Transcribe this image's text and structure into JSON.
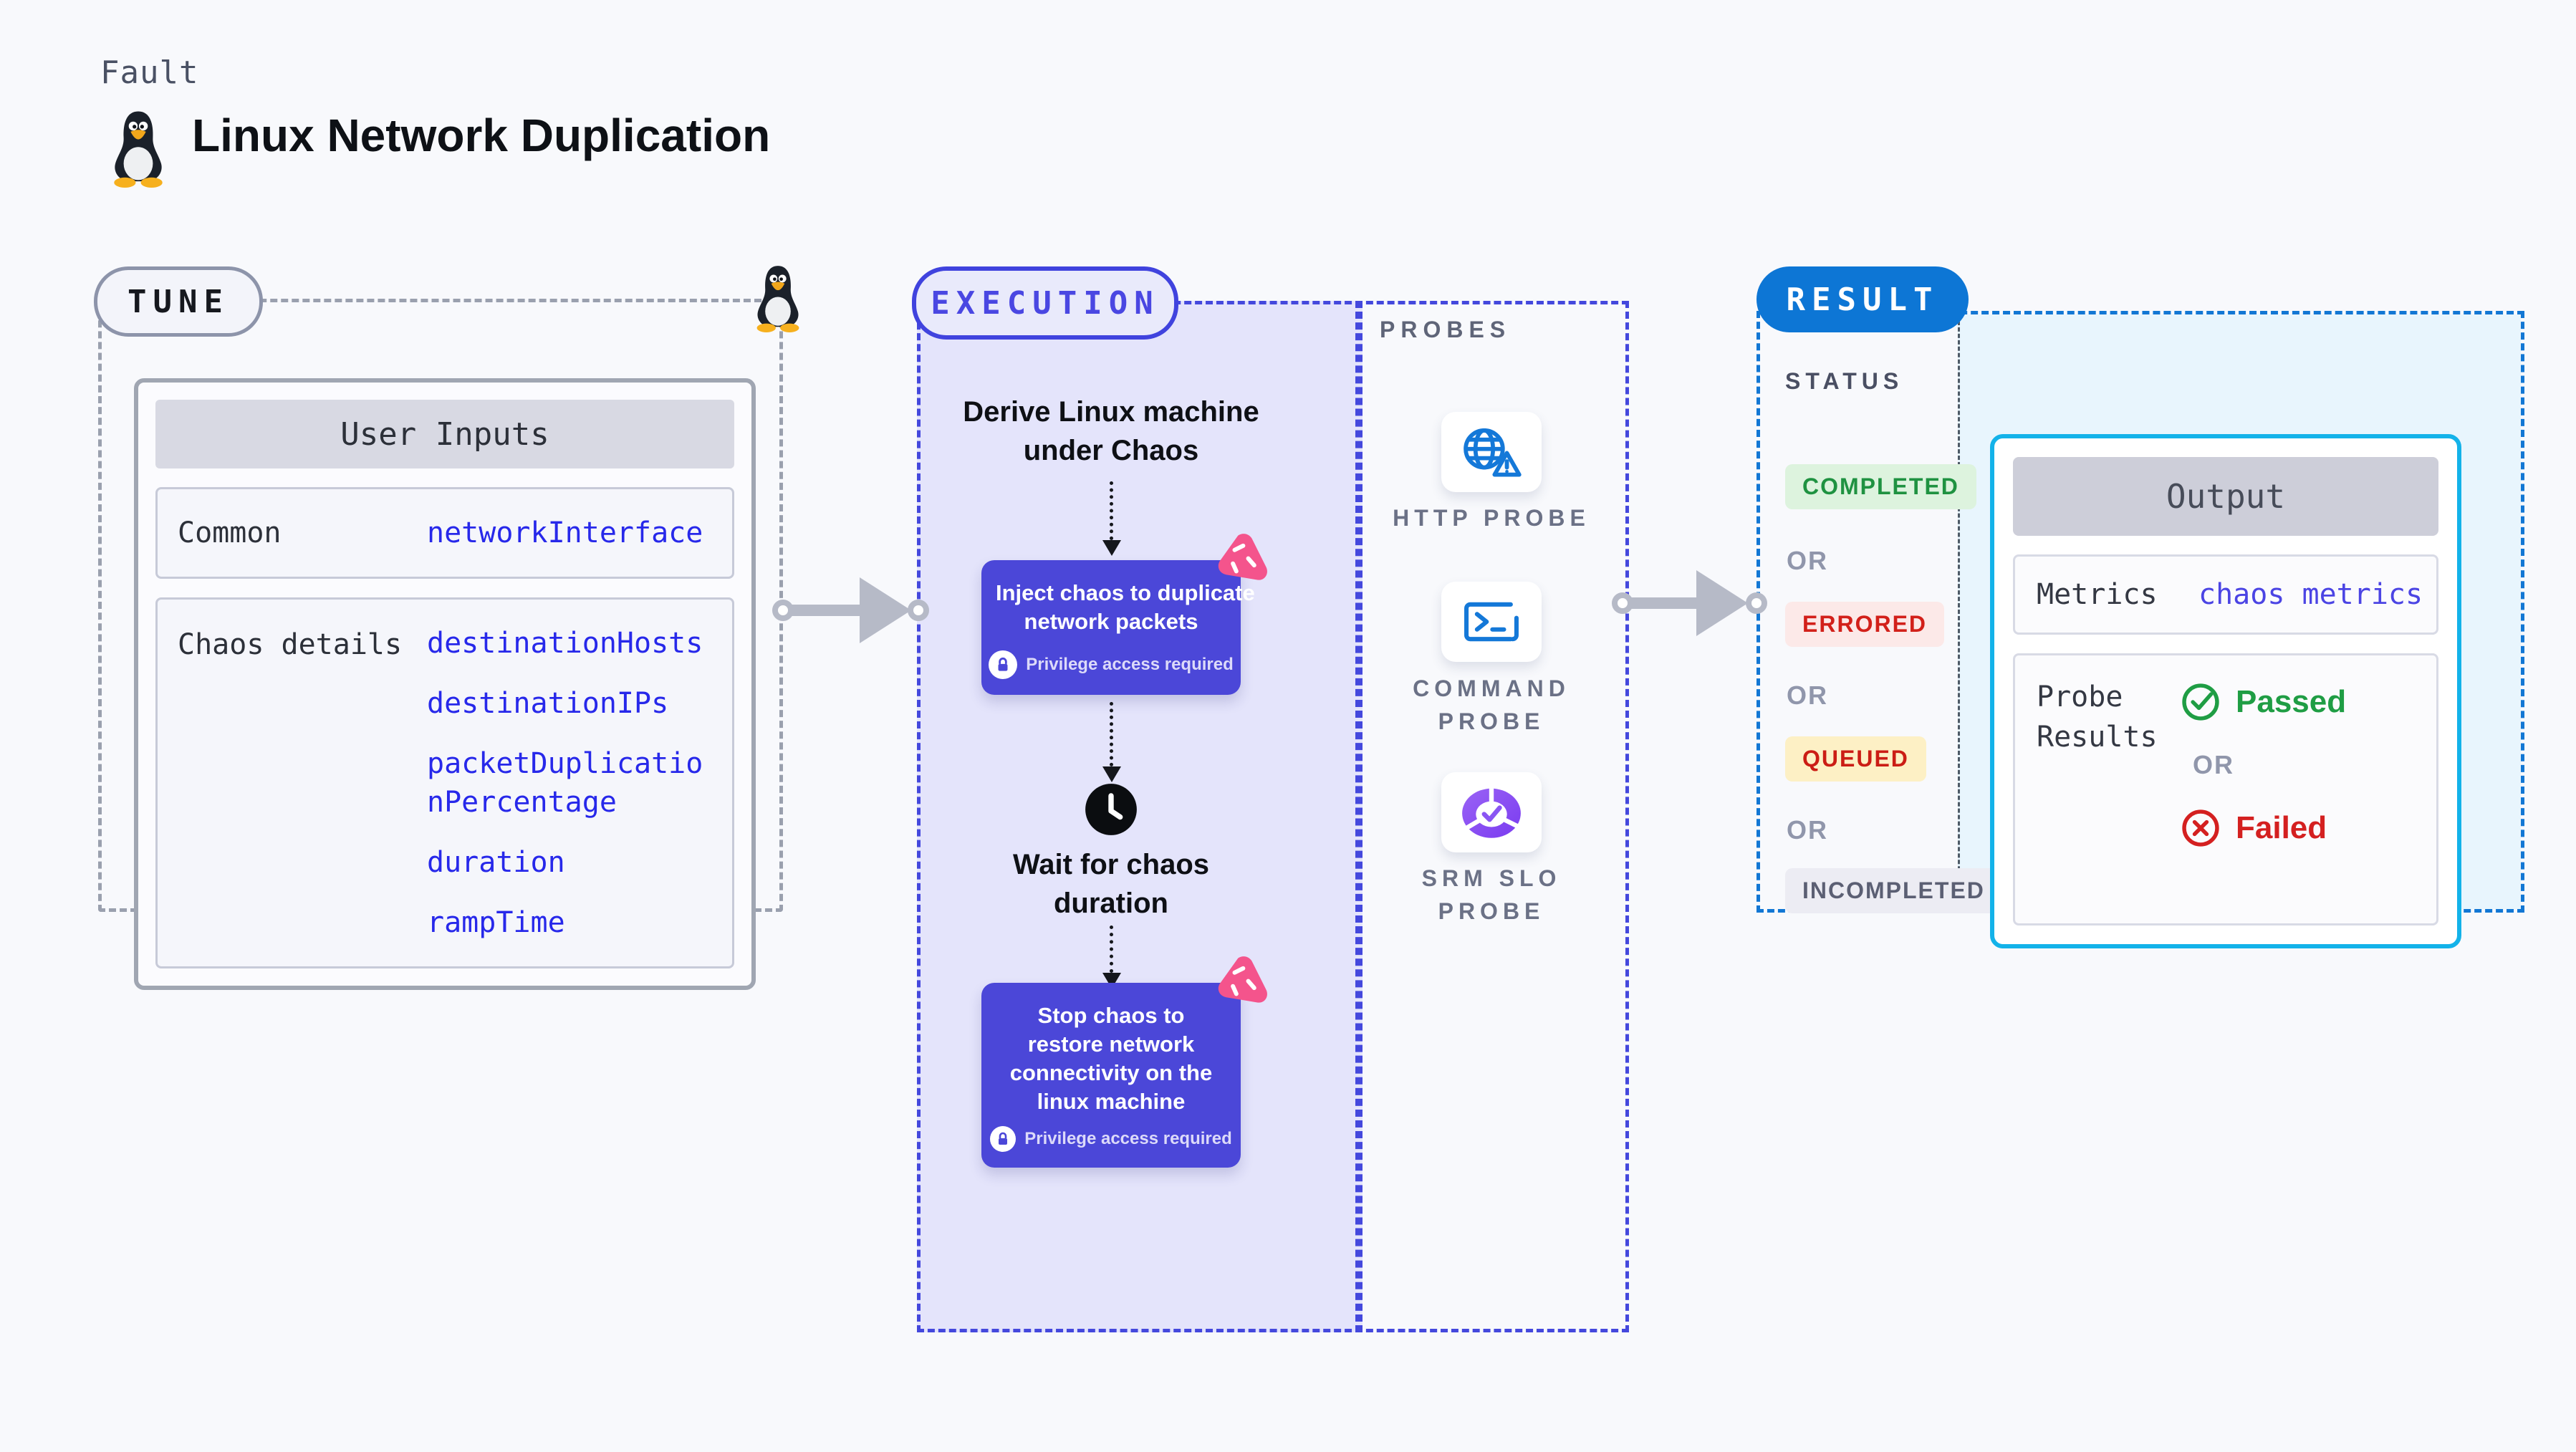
{
  "header": {
    "kicker": "Fault",
    "title": "Linux Network Duplication"
  },
  "tune": {
    "badge": "TUNE",
    "table": {
      "title": "User Inputs",
      "row1_label": "Common",
      "row1_value": "networkInterface",
      "row2_label": "Chaos details",
      "row2_values": [
        "destinationHosts",
        "destinationIPs",
        "packetDuplicationPercentage",
        "duration",
        "rampTime"
      ]
    }
  },
  "execution": {
    "badge": "EXECUTION",
    "derive_lines": [
      "Derive Linux machine",
      "under Chaos"
    ],
    "inject_lines": [
      "Inject chaos to duplicate",
      "network packets"
    ],
    "privilege_note": "Privilege access required",
    "wait_lines": [
      "Wait for chaos",
      "duration"
    ],
    "stop_lines": [
      "Stop chaos to",
      "restore network",
      "connectivity on the",
      "linux machine"
    ]
  },
  "probes": {
    "title": "PROBES",
    "items": [
      {
        "icon": "globe-warning-icon",
        "lines": [
          "HTTP PROBE"
        ]
      },
      {
        "icon": "terminal-icon",
        "lines": [
          "COMMAND",
          "PROBE"
        ]
      },
      {
        "icon": "slo-donut-icon",
        "lines": [
          "SRM SLO",
          "PROBE"
        ]
      }
    ]
  },
  "result": {
    "badge": "RESULT",
    "status_title": "STATUS",
    "or_label": "OR",
    "statuses": [
      {
        "label": "COMPLETED",
        "fg": "#1f9241",
        "bg": "#ddf3de"
      },
      {
        "label": "ERRORED",
        "fg": "#d2201a",
        "bg": "#fce9e8"
      },
      {
        "label": "QUEUED",
        "fg": "#cb1d15",
        "bg": "#fdf0c5"
      },
      {
        "label": "INCOMPLETED",
        "fg": "#5b5f73",
        "bg": "#ececf3"
      }
    ],
    "output": {
      "title": "Output",
      "metrics_label": "Metrics",
      "metrics_value": "chaos metrics",
      "probe_label": "Probe Results",
      "passed_label": "Passed",
      "or_label": "OR",
      "failed_label": "Failed"
    }
  },
  "colors": {
    "page_bg": "#f8f9fc",
    "execution_panel": "#e4e4fb",
    "chaos_box": "#4b47d8",
    "result_pill": "#0d76d5",
    "result_panel": "#e8f5fd",
    "output_border": "#13b2e9",
    "probe_icon_blue": "#1478d8",
    "srm_purple": "#8a55f3",
    "chaos_pink": "#f4548c",
    "value_text": "#2728ea",
    "passed_green": "#1f9d44",
    "failed_red": "#d42020"
  }
}
